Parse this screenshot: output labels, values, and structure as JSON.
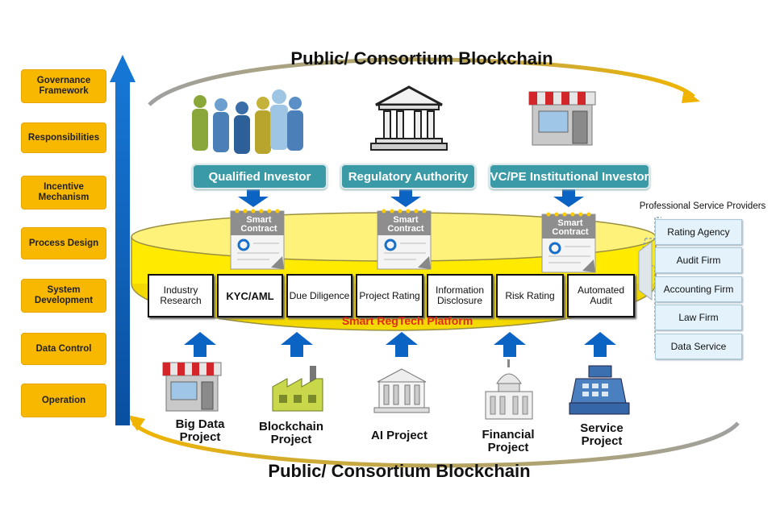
{
  "titles": {
    "top": "Public/ Consortium Blockchain",
    "bottom": "Public/ Consortium Blockchain"
  },
  "left_column": [
    "Governance Framework",
    "Responsibilities",
    "Incentive Mechanism",
    "Process Design",
    "System Development",
    "Data Control",
    "Operation"
  ],
  "stakeholders": [
    {
      "label": "Qualified Investor",
      "icon": "people-group-icon"
    },
    {
      "label": "Regulatory Authority",
      "icon": "government-building-icon"
    },
    {
      "label": "VC/PE Institutional Investor",
      "icon": "storefront-icon"
    }
  ],
  "smart_contract": {
    "line1": "Smart",
    "line2": "Contract"
  },
  "platform": {
    "label": "Smart RegTech Platform",
    "modules": [
      "Industry Research",
      "KYC/AML",
      "Due Diligence",
      "Project Rating",
      "Information Disclosure",
      "Risk Rating",
      "Automated Audit"
    ]
  },
  "professional_services": {
    "title": "Professional Service Providers",
    "items": [
      "Rating Agency",
      "Audit Firm",
      "Accounting Firm",
      "Law Firm",
      "Data Service"
    ]
  },
  "projects": [
    {
      "line1": "Big Data",
      "line2": "Project",
      "icon": "storefront-icon"
    },
    {
      "line1": "Blockchain",
      "line2": "Project",
      "icon": "factory-icon"
    },
    {
      "line1": "AI Project",
      "line2": "",
      "icon": "bank-building-icon"
    },
    {
      "line1": "Financial",
      "line2": "Project",
      "icon": "capitol-building-icon"
    },
    {
      "line1": "Service",
      "line2": "Project",
      "icon": "cash-register-icon"
    }
  ],
  "colors": {
    "accent_blue": "#0b63c4",
    "platform_yellow": "#ffea00",
    "stakeholder_teal": "#3a9aa6",
    "side_orange": "#f9b800",
    "platform_label_red": "#e0281e"
  }
}
